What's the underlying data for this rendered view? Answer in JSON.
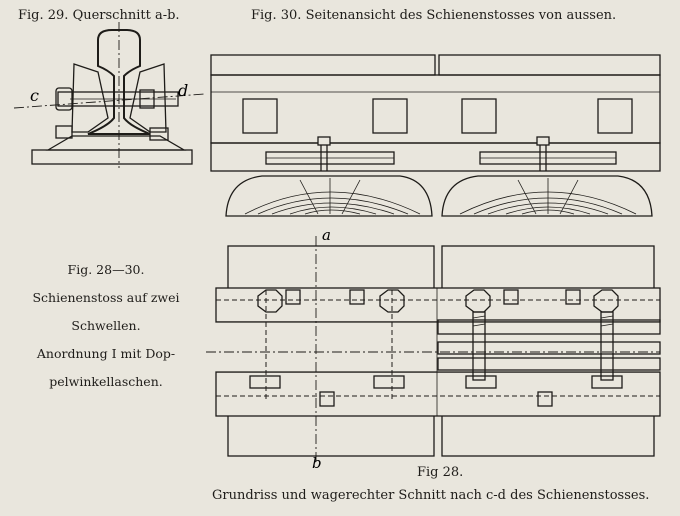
{
  "figures": {
    "fig29_caption": "Fig. 29.   Querschnitt a-b.",
    "fig30_caption": "Fig. 30.   Seitenansicht des Schienenstosses von aussen.",
    "fig28_label": "Fig 28.",
    "fig28_caption": "Grundriss und wagerechter Schnitt nach c-d des Schienenstosses."
  },
  "side_caption": {
    "line1": "Fig. 28—30.",
    "line2": "Schienenstoss auf zwei",
    "line3": "Schwellen.",
    "line4": "Anordnung I mit Dop-",
    "line5": "pelwinkellaschen."
  },
  "section_labels": {
    "c": "c",
    "d": "d",
    "a": "a",
    "b": "b"
  }
}
